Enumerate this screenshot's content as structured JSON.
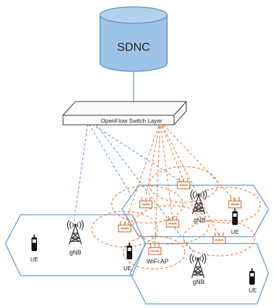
{
  "controller": {
    "label": "SDNC",
    "fill": "#9dc3e6",
    "stroke": "#5b8fc7"
  },
  "switch_layer": {
    "label": "OpenFlow Switch Layer"
  },
  "links": {
    "gnb_color": "#5b9bd5",
    "wifi_color": "#ed7d31"
  },
  "cell_color": "#5b9bd5",
  "labels": {
    "gnb_left": "gNB",
    "gnb_top": "gNB",
    "gnb_bottom": "gNB",
    "ue_left": "UE",
    "ue_center": "UE",
    "ue_top": "UE",
    "ue_right": "UE",
    "wifi": "WiFi AP"
  }
}
